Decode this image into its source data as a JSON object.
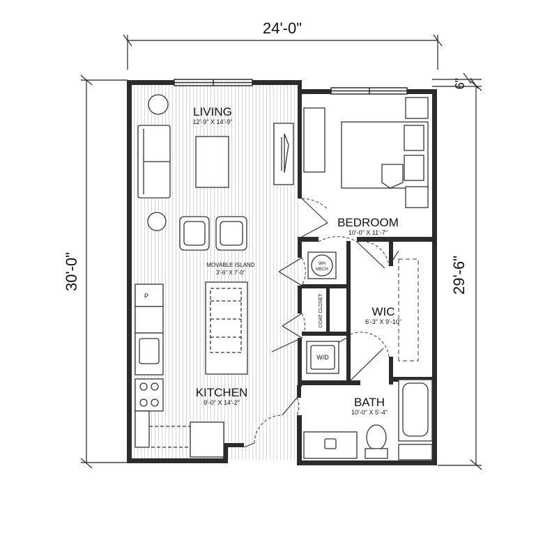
{
  "dimensions": {
    "width_overall": "24'-0\"",
    "height_left": "30'-0\"",
    "height_right": "29'-6\"",
    "offset": "6\""
  },
  "rooms": {
    "living": {
      "name": "LIVING",
      "size": "12'-9\" X 14'-9\""
    },
    "bedroom": {
      "name": "BEDROOM",
      "size": "10'-0\" X 11'-7\""
    },
    "island": {
      "name": "MOVABLE ISLAND",
      "size": "3'-6\" X 7'-0\""
    },
    "wic": {
      "name": "WIC",
      "size": "6'-3\" X 9'-10\""
    },
    "kitchen": {
      "name": "KITCHEN",
      "size": "9'-0\" X 14'-2\""
    },
    "bath": {
      "name": "BATH",
      "size": "10'-0\" X 5'-4\""
    }
  },
  "fixtures": {
    "pantry": "P",
    "wh_mech_line1": "WH",
    "wh_mech_line2": "MECH",
    "coat_closet": "COAT CLOSET",
    "washer_dryer": "W/D"
  },
  "colors": {
    "wall": "#2b2b2b",
    "floor_hatch": "#d8d8d8",
    "line": "#444444"
  }
}
